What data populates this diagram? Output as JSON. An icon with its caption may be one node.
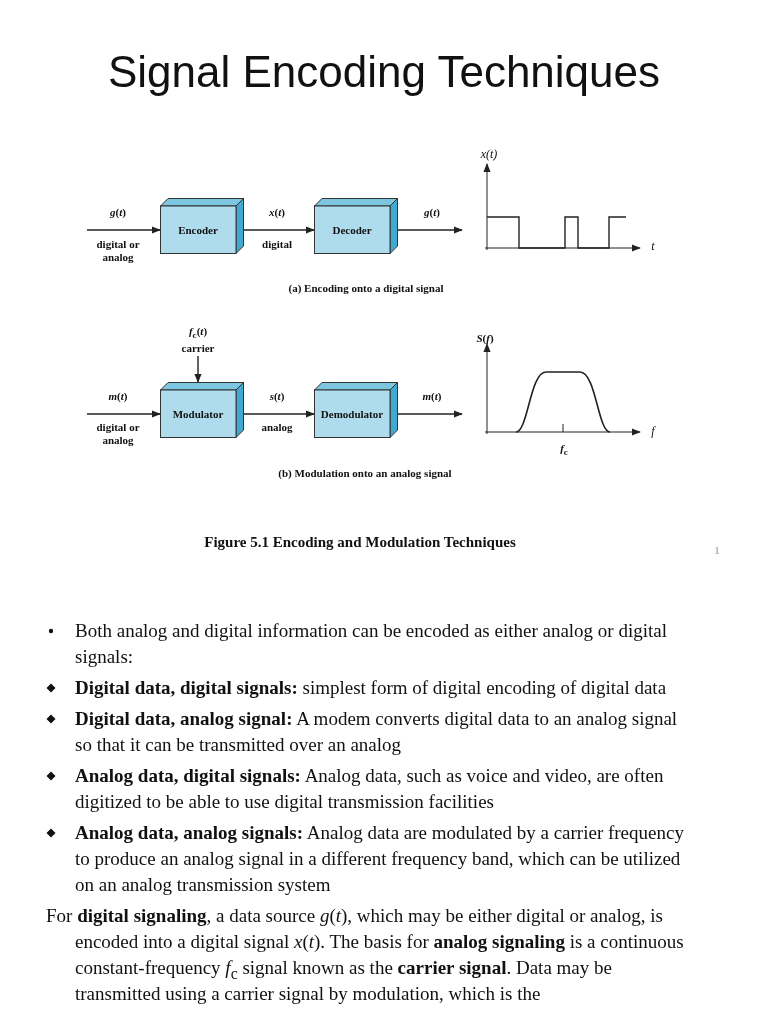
{
  "diagram": {
    "title": "Signal Encoding Techniques",
    "nodes": [
      {
        "text": [
          "Encoder"
        ]
      },
      {
        "text": [
          "Decoder"
        ]
      },
      {
        "text": [
          "Modulator"
        ]
      },
      {
        "text": [
          "Demodulator"
        ]
      }
    ],
    "edges": [
      {
        "from": null,
        "to": 0,
        "arrow": "to",
        "label": "*g*(*t*)"
      },
      {
        "from": 0,
        "to": 1,
        "arrow": "to",
        "label": "*x*(*t*)"
      },
      {
        "from": 1,
        "to": null,
        "arrow": "to",
        "label": "*g*(*t*)"
      },
      {
        "from": null,
        "to": 2,
        "arrow": "to",
        "label": "*f*$_{c}$(*t*) carrier"
      },
      {
        "from": null,
        "to": 2,
        "arrow": "to",
        "label": "*m*(*t*)"
      },
      {
        "from": 2,
        "to": 3,
        "arrow": "to",
        "label": "*s*(*t*)"
      },
      {
        "from": 3,
        "to": null,
        "arrow": "to",
        "label": "*m*(*t*)"
      }
    ],
    "labels": [
      "digital or analog",
      "digital",
      "*x*(*t*)",
      "t",
      "(a) Encoding onto a digital signal",
      "*S*(*f*)",
      "digital or analog",
      "analog",
      "f",
      "*f*$_{c}$",
      "(b) Modulation onto an analog signal",
      "Figure 5.1 Encoding and Modulation Techniques",
      "1",
      "Both analog and digital information can be encoded as either analog or digital signals:",
      "**Digital data, digital signals:** simplest form of digital encoding of digital data",
      "**Digital data, analog signal:** A modem converts digital data to an analog signal so that it can be transmitted over an analog",
      "**Analog data, digital signals:** Analog data, such as voice and video, are often digitized to be able to use digital transmission facilities",
      "**Analog data, analog signals:** Analog data are modulated by a carrier frequency to produce an analog signal in a different frequency band, which can be utilized on an analog transmission system",
      "For **digital signaling**, a data source *g*(*t*), which may be either digital or analog, is encoded into a digital signal *x*(*t*). The basis for **analog signaling** is a continuous constant-frequency *f*$_{c}$ signal known as the **carrier signal**. Data may be transmitted using a carrier signal by modulation, which is the"
    ]
  }
}
